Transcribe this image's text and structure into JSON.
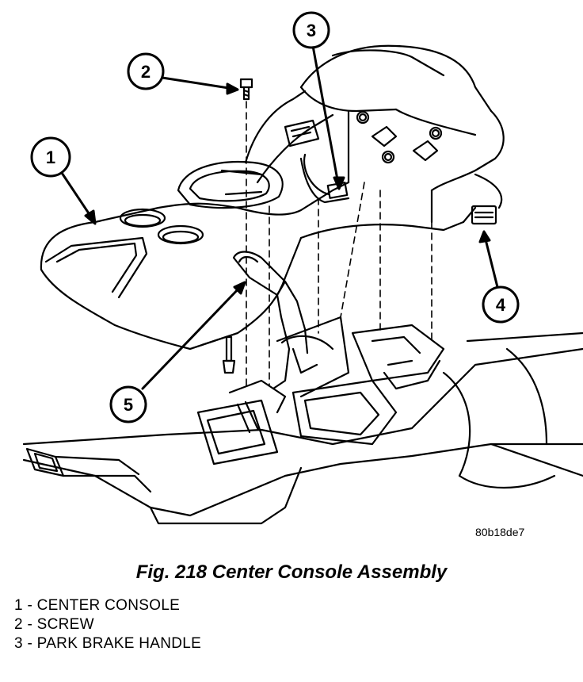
{
  "figure": {
    "reference_code": "80b18de7",
    "caption": "Fig. 218 Center Console Assembly"
  },
  "callouts": [
    "1",
    "2",
    "3",
    "4",
    "5"
  ],
  "legend": [
    "1 - CENTER CONSOLE",
    "2 - SCREW",
    "3 - PARK BRAKE HANDLE"
  ],
  "colors": {
    "line": "#000000",
    "background": "#ffffff"
  }
}
